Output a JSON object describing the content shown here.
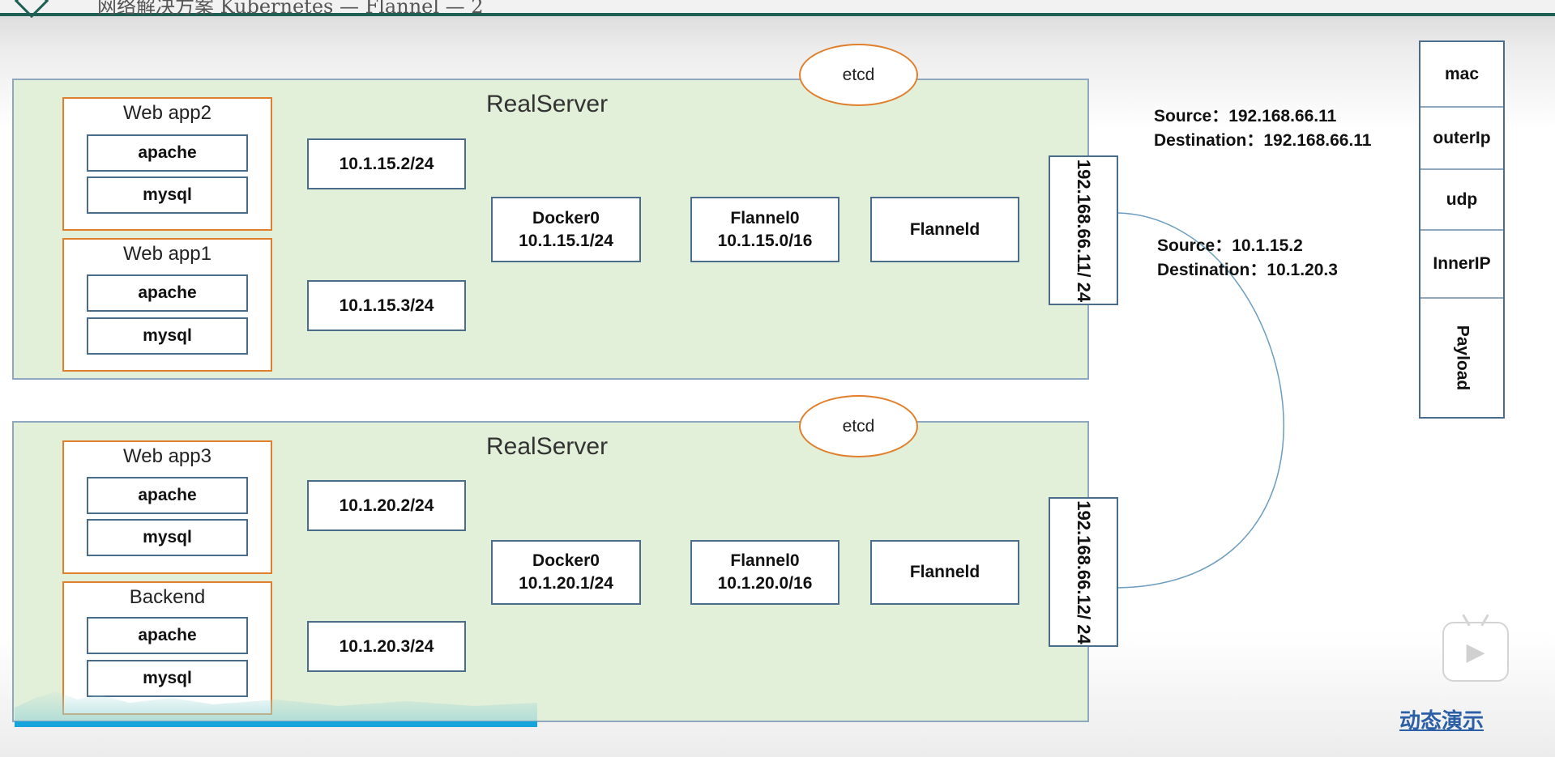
{
  "header": {
    "title_fragment": "网络解决方案 Kubernetes — Flannel — 2"
  },
  "servers": [
    {
      "title": "RealServer",
      "apps": [
        {
          "name": "Web app2",
          "services": [
            "apache",
            "mysql"
          ]
        },
        {
          "name": "Web app1",
          "services": [
            "apache",
            "mysql"
          ]
        }
      ],
      "container_ips": [
        "10.1.15.2/24",
        "10.1.15.3/24"
      ],
      "docker0": {
        "name": "Docker0",
        "ip": "10.1.15.1/24"
      },
      "flannel0": {
        "name": "Flannel0",
        "ip": "10.1.15.0/16"
      },
      "flanneld": "Flanneld",
      "host_ip": "192.168.66.11/ 24",
      "etcd": "etcd"
    },
    {
      "title": "RealServer",
      "apps": [
        {
          "name": "Web app3",
          "services": [
            "apache",
            "mysql"
          ]
        },
        {
          "name": "Backend",
          "services": [
            "apache",
            "mysql"
          ]
        }
      ],
      "container_ips": [
        "10.1.20.2/24",
        "10.1.20.3/24"
      ],
      "docker0": {
        "name": "Docker0",
        "ip": "10.1.20.1/24"
      },
      "flannel0": {
        "name": "Flannel0",
        "ip": "10.1.20.0/16"
      },
      "flanneld": "Flanneld",
      "host_ip": "192.168.66.12/ 24",
      "etcd": "etcd"
    }
  ],
  "outer_header": {
    "source": "Source：192.168.66.11",
    "destination": "Destination：192.168.66.11"
  },
  "inner_header": {
    "source": "Source：10.1.15.2",
    "destination": "Destination：10.1.20.3"
  },
  "packet_fields": [
    "mac",
    "outerIp",
    "udp",
    "InnerIP",
    "Payload"
  ],
  "demo_link": "动态演示",
  "colors": {
    "server_bg": "#e2efd9",
    "app_border": "#e07f2c",
    "box_border": "#4a6d8c",
    "topbar": "#1f5e52",
    "link": "#2b5fa6"
  },
  "icons": {
    "play": "play-icon"
  }
}
